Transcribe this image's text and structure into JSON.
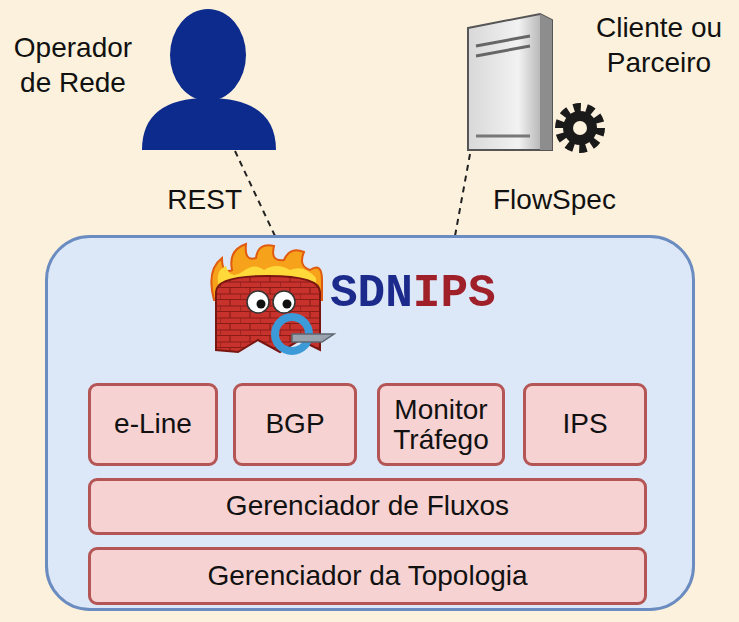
{
  "diagram": {
    "nodes": [
      {
        "text": [
          "Operador de Rede"
        ]
      },
      {
        "text": [
          "Cliente ou Parceiro"
        ]
      },
      {
        "text": [
          "SDNIPS"
        ]
      },
      {
        "text": [
          "e-Line"
        ],
        "in": 2
      },
      {
        "text": [
          "BGP"
        ],
        "in": 2
      },
      {
        "text": [
          "Monitor Tráfego"
        ],
        "in": 2
      },
      {
        "text": [
          "IPS"
        ],
        "in": 2
      },
      {
        "text": [
          "Gerenciador de Fluxos"
        ],
        "in": 2
      },
      {
        "text": [
          "Gerenciador da Topologia"
        ],
        "in": 2
      }
    ],
    "edges": [
      {
        "from": 0,
        "to": 2,
        "label": "REST",
        "arrow": "none"
      },
      {
        "from": 1,
        "to": 2,
        "label": "FlowSpec",
        "arrow": "none"
      }
    ]
  }
}
